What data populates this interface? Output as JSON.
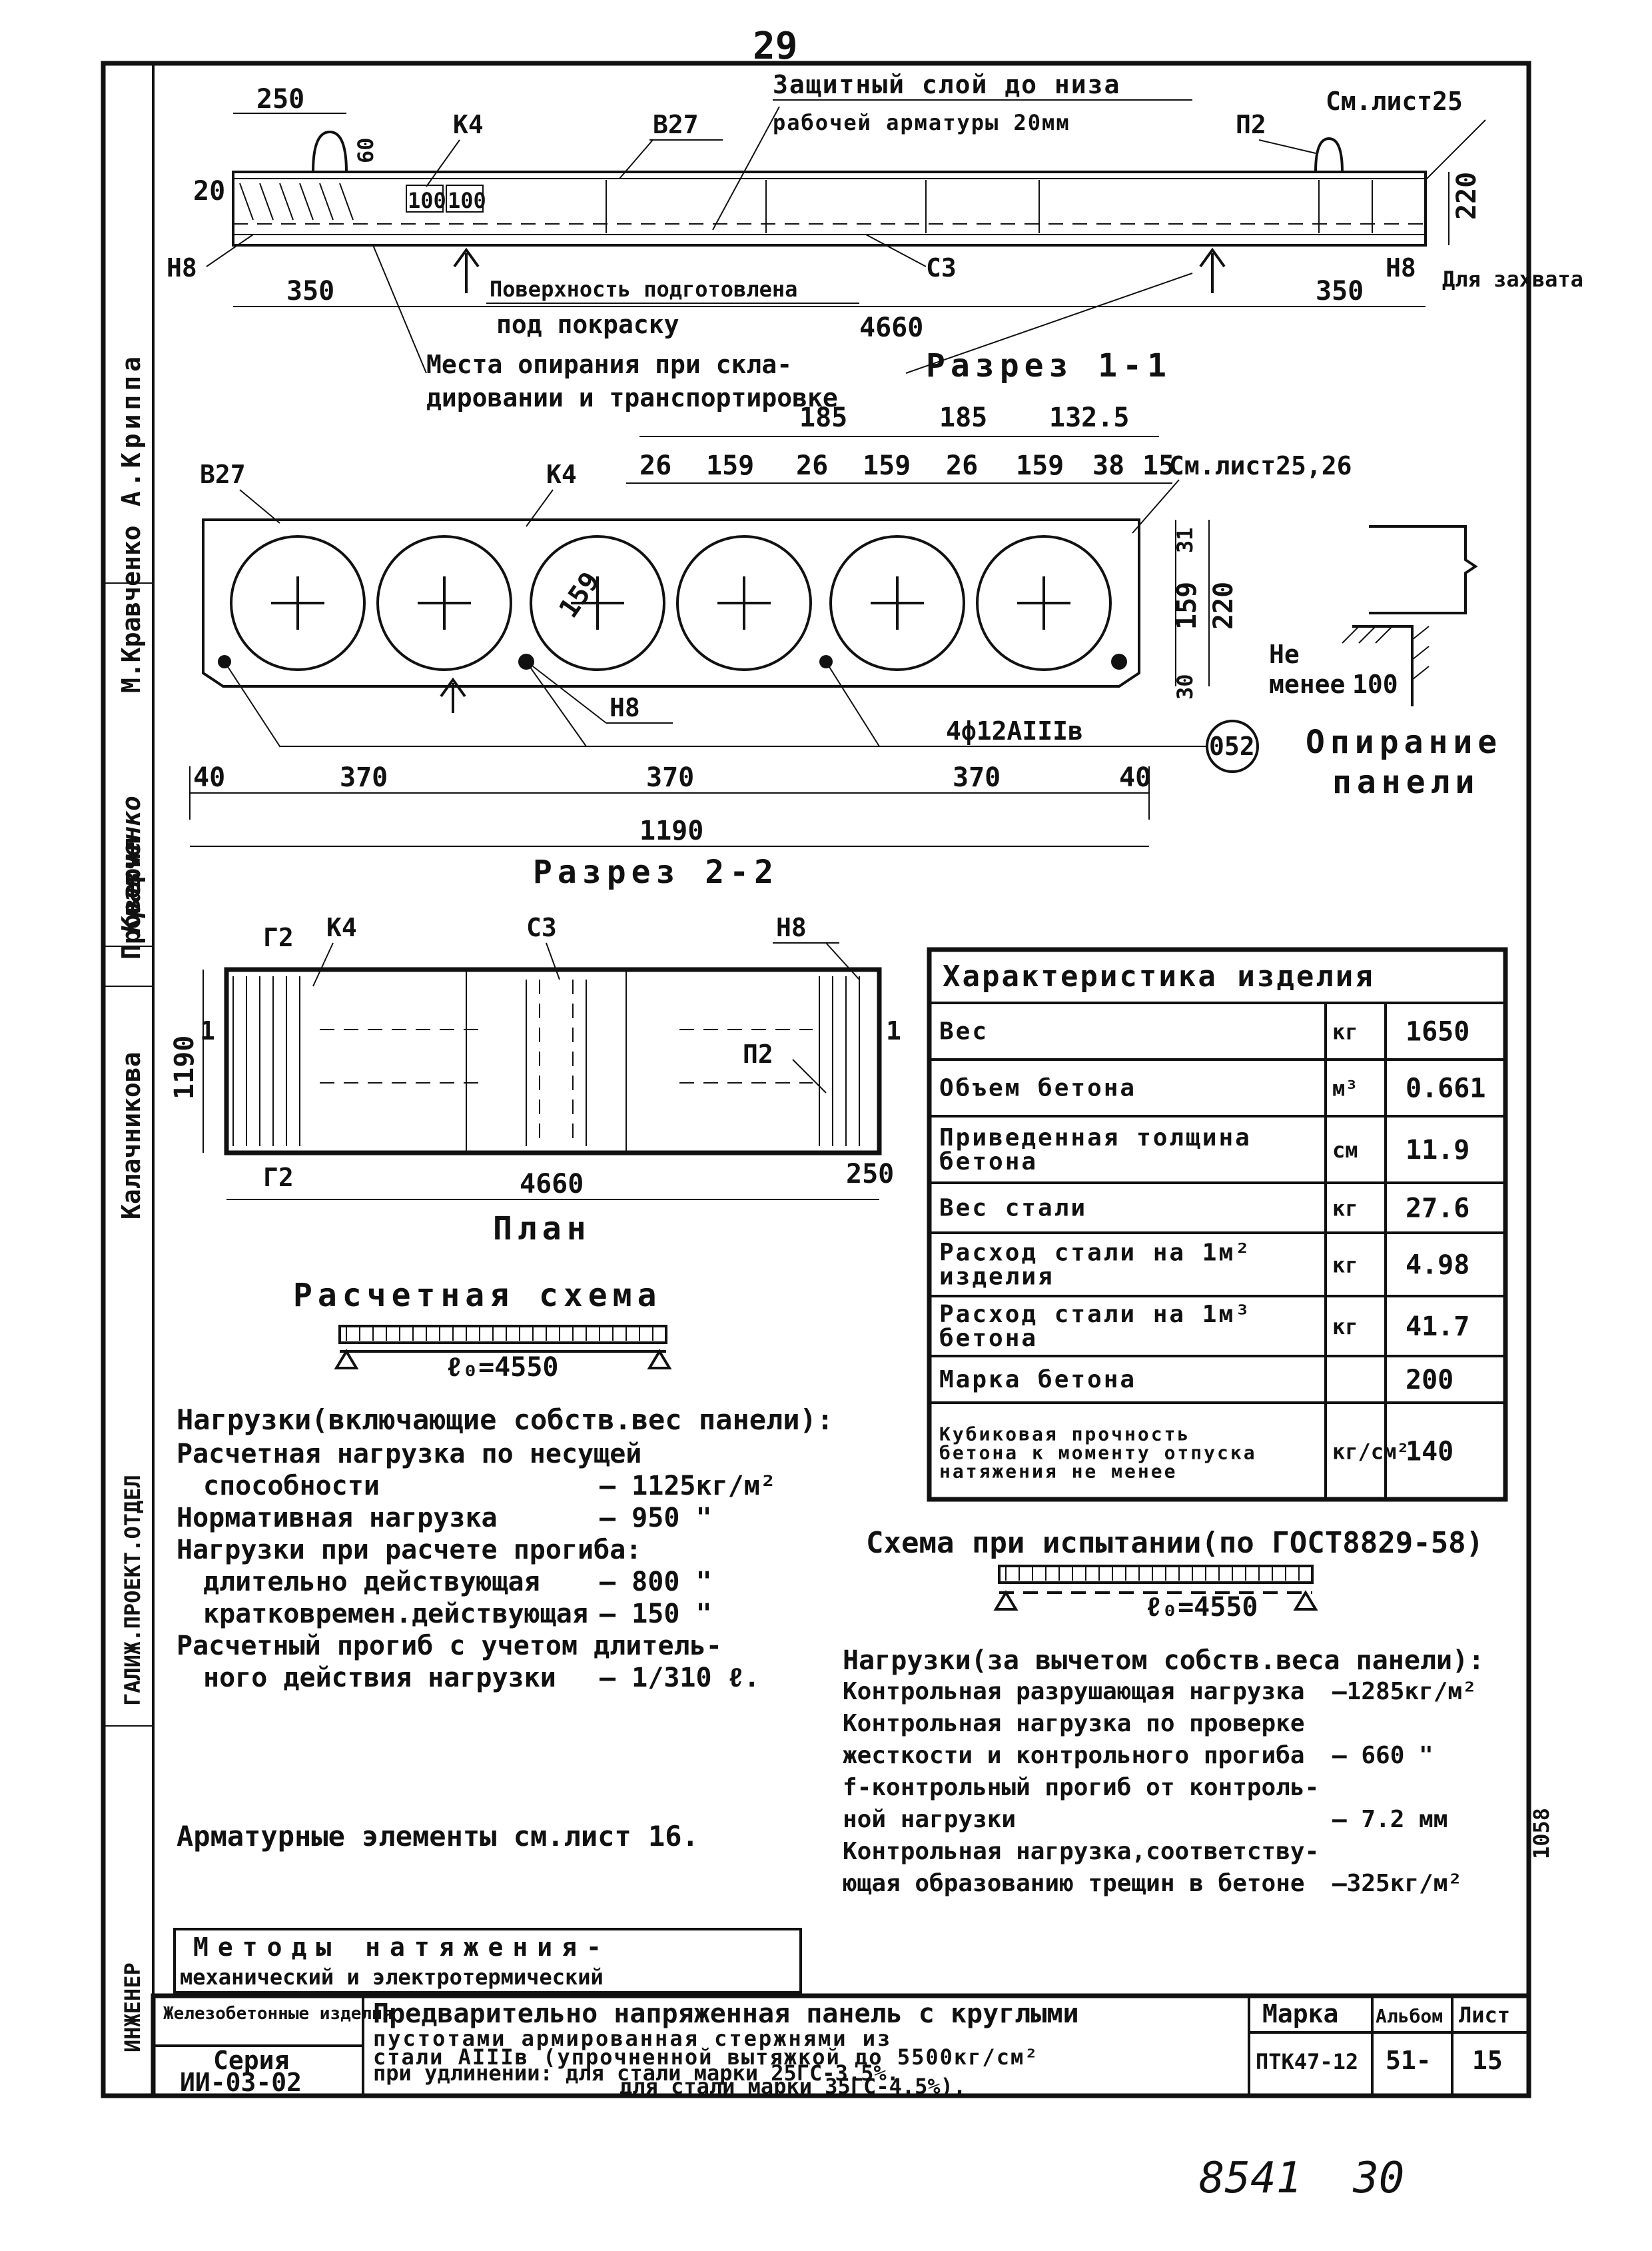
{
  "sheet_number_top": "29",
  "handwritten_bottom": "8541  30",
  "side_stamp_number": "1058",
  "left_margin": {
    "names": [
      "А.Криппа",
      "М.Кравченко",
      "Кравченко",
      "Калачникова",
      "Проверил"
    ],
    "marks": [
      "ГАЛИЖ.ПРОЕКТ.ОТДЕЛ",
      "ИНЖЕНЕР"
    ]
  },
  "elevation": {
    "protect_note_line1": "Защитный слой до низа",
    "protect_note_line2": "рабочей арматуры 20мм",
    "see_sheet": "См.лист25",
    "dims": {
      "d250": "250",
      "d60": "60",
      "d20": "20",
      "d100a": "100",
      "d100b": "100",
      "d350_left": "350",
      "d350_right": "350",
      "d4660": "4660",
      "d220": "220"
    },
    "labels": {
      "k4": "К4",
      "v27": "В27",
      "p2": "П2",
      "n8_left": "Н8",
      "n8_right": "Н8",
      "s3": "С3",
      "grip": "Для захвата"
    },
    "surface_note_line1": "Поверхность подготовлена",
    "surface_note_line2": "под покраску",
    "support_note_line1": "Места опирания при скла-",
    "support_note_line2": "дировании и транспортировке"
  },
  "section_1_1": {
    "title": "Разрез 1-1",
    "top_dims": [
      "185",
      "185",
      "132.5"
    ],
    "sub_dims": [
      "26",
      "159",
      "26",
      "159",
      "26",
      "159",
      "38",
      "15"
    ],
    "see_sheet": "См.лист25,26",
    "labels": {
      "v27": "В27",
      "k4": "К4",
      "diam": "159",
      "n8": "Н8",
      "rebar": "4ф12АIIIв",
      "circle_mark": "052"
    },
    "right_dims": [
      "31",
      "159",
      "30",
      "220"
    ],
    "bottom_dims": [
      "40",
      "370",
      "370",
      "370",
      "40"
    ],
    "total": "1190"
  },
  "support": {
    "note_line1": "Не",
    "note_line2": "менее",
    "note_value": "100",
    "title_line1": "Опирание",
    "title_line2": "панели"
  },
  "section_2_2": {
    "title": "Разрез 2-2",
    "labels": {
      "c2": "Г2",
      "k4": "К4",
      "s3": "С3",
      "n8": "Н8",
      "p2": "П2",
      "m1l": "1",
      "m1r": "1",
      "c2b": "Г2"
    },
    "dim_width": "1190",
    "dim_length": "4660",
    "dim_250": "250",
    "plan_title": "План"
  },
  "characteristics": {
    "title": "Характеристика изделия",
    "rows": [
      {
        "name": "Вес",
        "unit": "кг",
        "value": "1650"
      },
      {
        "name": "Объем бетона",
        "unit": "м³",
        "value": "0.661"
      },
      {
        "name": "Приведенная толщина бетона",
        "unit": "см",
        "value": "11.9"
      },
      {
        "name": "Вес стали",
        "unit": "кг",
        "value": "27.6"
      },
      {
        "name": "Расход стали на 1м² изделия",
        "unit": "кг",
        "value": "4.98"
      },
      {
        "name": "Расход стали на 1м³ бетона",
        "unit": "кг",
        "value": "41.7"
      },
      {
        "name": "Марка бетона",
        "unit": "",
        "value": "200"
      },
      {
        "name": "Кубиковая прочность бетона к моменту отпуска натяжения не менее",
        "unit": "кг/см²",
        "value": "140"
      }
    ]
  },
  "calc_scheme": {
    "title": "Расчетная схема",
    "span": "ℓ₀=4550",
    "loads_title": "Нагрузки(включающие собств.вес панели):",
    "lines": [
      {
        "text": "Расчетная нагрузка по несущей",
        "value": ""
      },
      {
        "text": "способности",
        "value": "— 1125кг/м²"
      },
      {
        "text": "Нормативная нагрузка",
        "value": "— 950 \""
      },
      {
        "text": "Нагрузки при расчете прогиба:",
        "value": ""
      },
      {
        "text": "длительно действующая",
        "value": "— 800 \""
      },
      {
        "text": "кратковремен.действующая",
        "value": "— 150 \""
      },
      {
        "text": "Расчетный прогиб с учетом длитель-",
        "value": ""
      },
      {
        "text": "ного действия нагрузки",
        "value": "— 1/310 ℓ."
      }
    ]
  },
  "test_scheme": {
    "title": "Схема при испытании(по ГОСТ8829-58)",
    "span": "ℓ₀=4550",
    "loads_title": "Нагрузки(за вычетом собств.веса панели):",
    "lines": [
      {
        "text": "Контрольная разрушающая нагрузка",
        "value": "—1285кг/м²"
      },
      {
        "text": "Контрольная нагрузка по проверке",
        "value": ""
      },
      {
        "text": "жесткости и контрольного прогиба",
        "value": "— 660 \""
      },
      {
        "text": "f-контрольный прогиб от контроль-",
        "value": ""
      },
      {
        "text": "ной нагрузки",
        "value": "— 7.2 мм"
      },
      {
        "text": "Контрольная нагрузка,соответству-",
        "value": ""
      },
      {
        "text": "ющая образованию трещин в бетоне",
        "value": "—325кг/м²"
      }
    ]
  },
  "rebar_note": "Арматурные элементы см.лист 16.",
  "methods": {
    "line1": "Методы натяжения-",
    "line2": "механический и электротермический"
  },
  "title_block": {
    "product_head": "Железобетонные изделия",
    "series_head": "Серия",
    "series": "ИИ-03-02",
    "name_line1": "Предварительно напряженная панель с круглыми",
    "name_line2": "пустотами армированная стержнями из",
    "name_line3": "стали АIIIв (упрочненной вытяжкой до 5500кг/см²",
    "name_line4": "при удлинении: для стали марки 25ГС-3.5%.",
    "name_line5": "для стали марки 35ГС-4.5%).",
    "mark_head": "Марка",
    "mark": "ПТК47-12",
    "album_head": "Альбом",
    "album": "51-",
    "sheet_head": "Лист",
    "sheet": "15"
  }
}
